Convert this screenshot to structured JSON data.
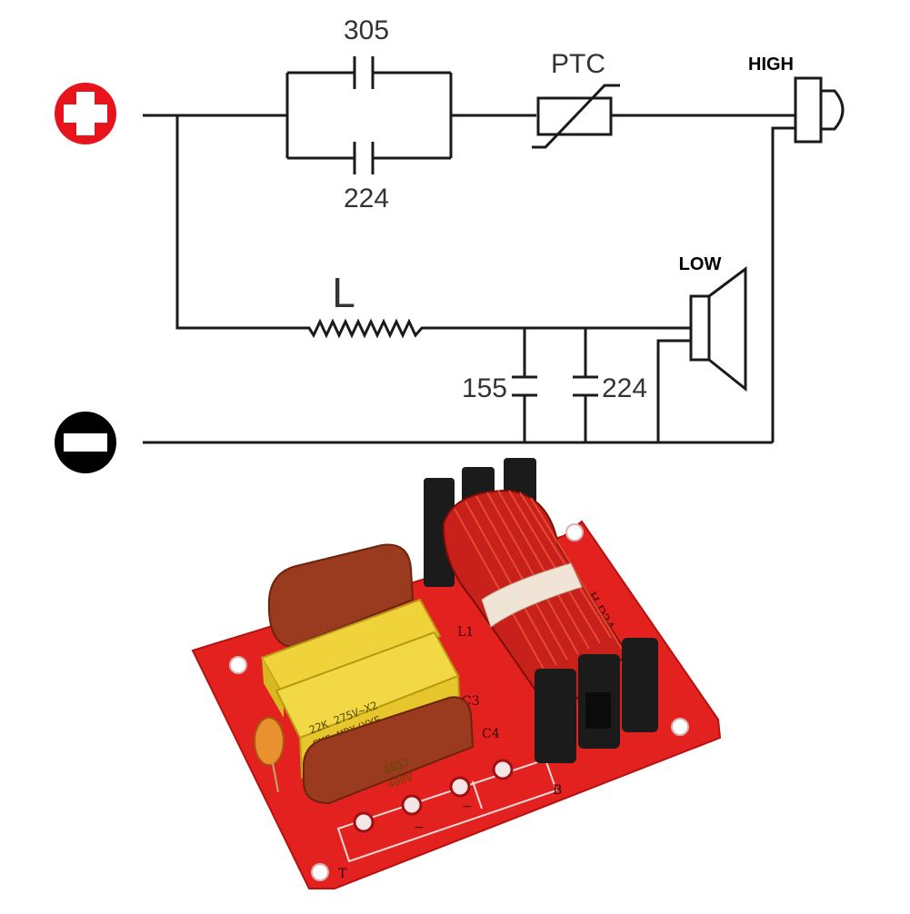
{
  "schematic": {
    "terminals": {
      "positive": "+",
      "negative": "−"
    },
    "labels": {
      "cap_top": "305",
      "cap_bottom": "224",
      "ptc": "PTC",
      "inductor": "L",
      "cap_155": "155",
      "cap_224_low": "224",
      "high": "HIGH",
      "low": "LOW"
    },
    "colors": {
      "positive_badge": "#e8141b",
      "negative_badge": "#000000",
      "wire": "#1a1a1a"
    }
  },
  "board": {
    "silkscreen": {
      "l1": "L1",
      "c3": "C3",
      "c4": "C4",
      "b": "B",
      "t": "T",
      "minus_left": "−",
      "minus_right": "−",
      "edge_text": "H D2A"
    },
    "capacitor_markings": {
      "yellow_line1": "22K  275V~X2",
      "yellow_line2": "GMF  MPX/YYE",
      "brown_line1": "165J",
      "brown_line2": "400V"
    },
    "colors": {
      "pcb": "#e3221f",
      "coil": "#c8201a",
      "bobbin": "#1b1b1b",
      "yellow_cap": "#f0d23a",
      "brown_cap": "#9a3a1e"
    }
  }
}
